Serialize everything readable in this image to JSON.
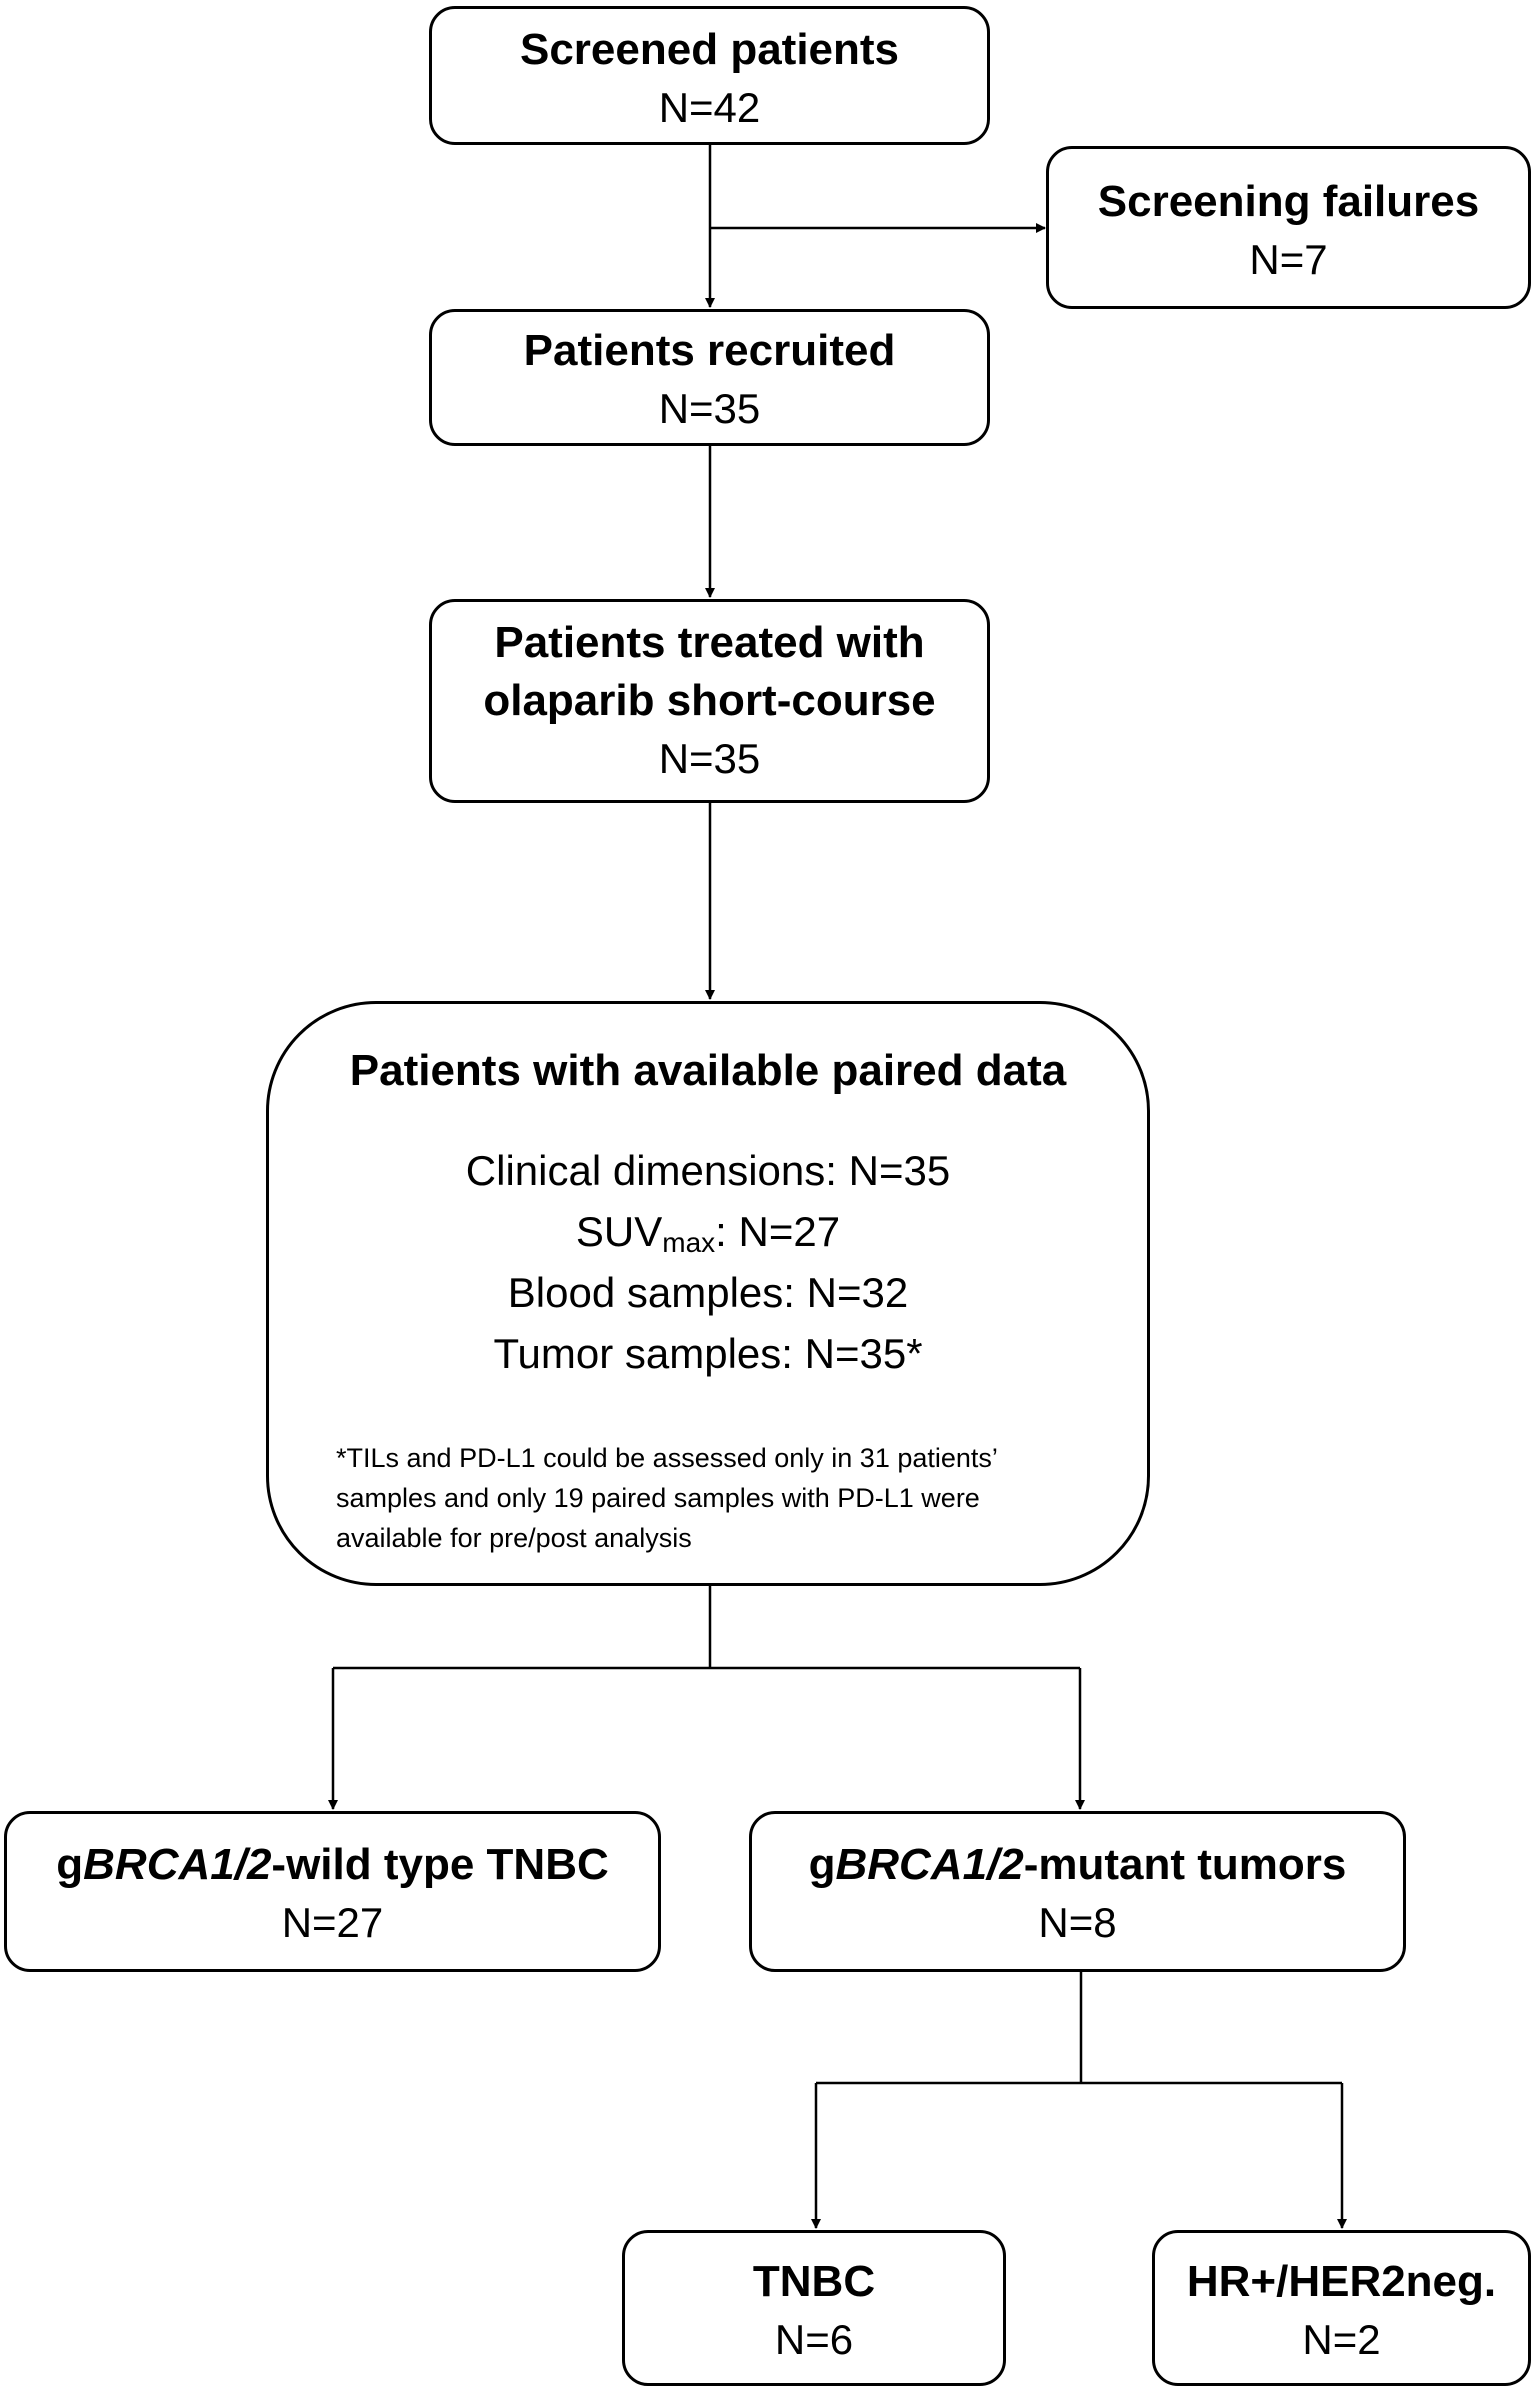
{
  "screened": {
    "title": "Screened patients",
    "count": "N=42"
  },
  "failures": {
    "title": "Screening failures",
    "count": "N=7"
  },
  "recruited": {
    "title": "Patients recruited",
    "count": "N=35"
  },
  "treated": {
    "title_line1": "Patients treated with",
    "title_line2": "olaparib short-course",
    "count": "N=35"
  },
  "paired": {
    "title": "Patients with available paired data",
    "clinical": "Clinical dimensions:  N=35",
    "suv_base": "SUV",
    "suv_sub": "max",
    "suv_rest": ": N=27",
    "blood": "Blood samples: N=32",
    "tumor": "Tumor samples: N=35*",
    "note_line1": "*TILs and PD-L1 could be assessed only in 31 patients’",
    "note_line2": "samples and only 19 paired samples with PD-L1 were",
    "note_line3": "available for pre/post analysis"
  },
  "wildtype": {
    "prefix": "g",
    "gene": "BRCA1/2",
    "suffix": "-wild type TNBC",
    "count": "N=27"
  },
  "mutant": {
    "prefix": "g",
    "gene": "BRCA1/2",
    "suffix": "-mutant tumors",
    "count": "N=8"
  },
  "tnbc": {
    "title": "TNBC",
    "count": "N=6"
  },
  "hr": {
    "title": "HR+/HER2neg.",
    "count": "N=2"
  }
}
